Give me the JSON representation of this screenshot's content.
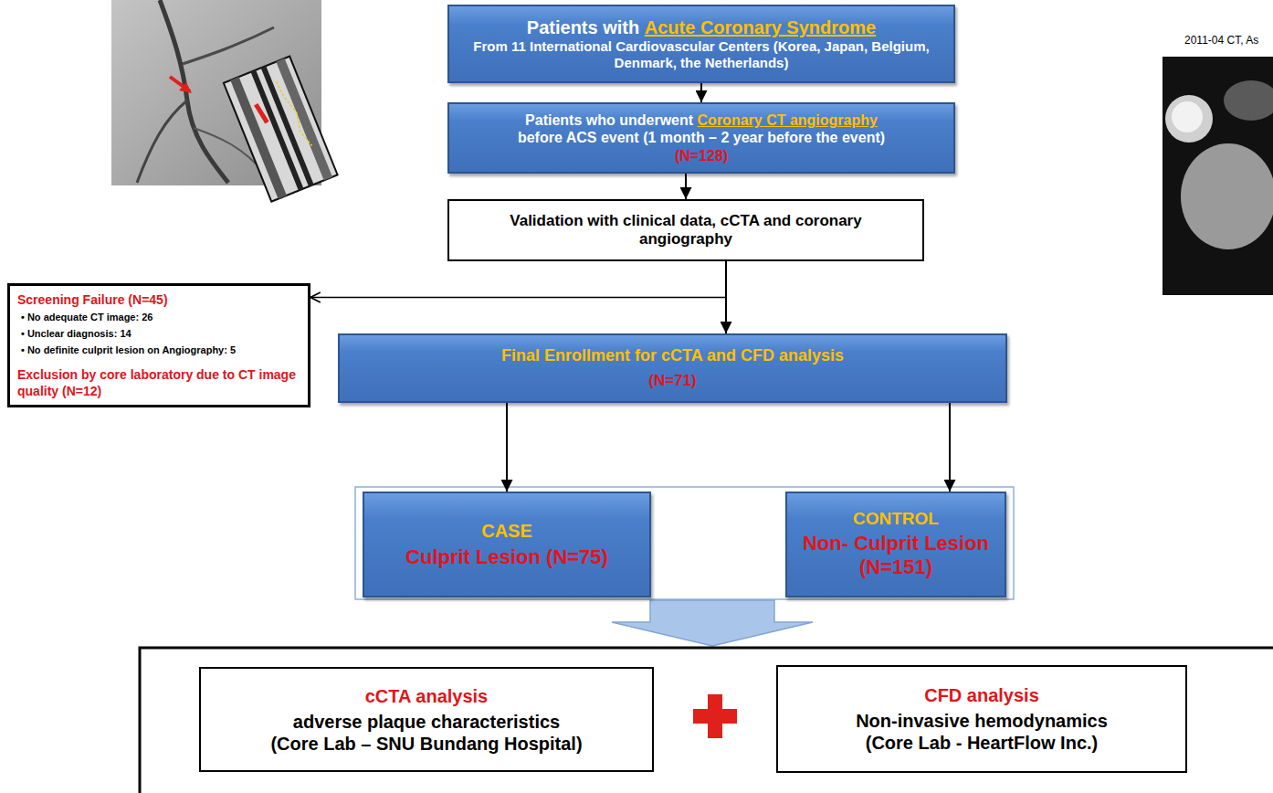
{
  "diagram": {
    "nodes": [
      {
        "text": [
          "Patients with",
          "Acute Coronary Syndrome",
          "From 11 International Cardiovascular Centers (Korea, Japan, Belgium, Denmark, the Netherlands)"
        ]
      },
      {
        "text": [
          "Patients who underwent",
          "Coronary CT angiography",
          "before ACS event (1 month – 2 year before the event)",
          "(N=128)"
        ]
      },
      {
        "text": [
          "Validation with clinical data, cCTA and coronary angiography"
        ]
      },
      {
        "text": [
          "Screening Failure (N=45)",
          "• No adequate CT image: 26",
          "• Unclear diagnosis: 14",
          "• No definite culprit lesion on Angiography: 5",
          "Exclusion by core laboratory due to CT image quality (N=12)"
        ]
      },
      {
        "text": [
          "Final Enrollment for cCTA and CFD analysis",
          "(N=71)"
        ]
      },
      {
        "text": [
          "CASE",
          "Culprit Lesion (N=75)"
        ]
      },
      {
        "text": [
          "CONTROL",
          "Non- Culprit Lesion (N=151)"
        ]
      },
      {
        "text": [
          "cCTA analysis",
          "adverse plaque characteristics",
          "(Core Lab – SNU Bundang Hospital)"
        ]
      },
      {
        "text": [
          "CFD analysis",
          "Non-invasive hemodynamics",
          "(Core Lab - HeartFlow Inc.)"
        ]
      }
    ],
    "edges": [
      {
        "from": 0,
        "to": 1,
        "arrow": "to"
      },
      {
        "from": 1,
        "to": 2,
        "arrow": "to"
      },
      {
        "from": 2,
        "to": 3,
        "arrow": "to"
      },
      {
        "from": 2,
        "to": 4,
        "arrow": "to"
      },
      {
        "from": 4,
        "to": 5,
        "arrow": "to"
      },
      {
        "from": 4,
        "to": 6,
        "arrow": "to"
      }
    ],
    "labels": [
      "2011-04 CT, As"
    ]
  }
}
